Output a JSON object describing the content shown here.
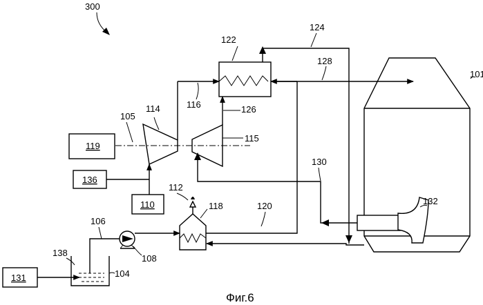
{
  "figure": {
    "caption": "Фиг.6",
    "ref_numbers": {
      "n300": "300",
      "n101": "101",
      "n104": "104",
      "n105": "105",
      "n106": "106",
      "n108": "108",
      "n110": "110",
      "n112": "112",
      "n114": "114",
      "n115": "115",
      "n116": "116",
      "n118": "118",
      "n119": "119",
      "n120": "120",
      "n122": "122",
      "n124": "124",
      "n126": "126",
      "n128": "128",
      "n130": "130",
      "n131": "131",
      "n132": "132",
      "n136": "136",
      "n138": "138"
    }
  }
}
